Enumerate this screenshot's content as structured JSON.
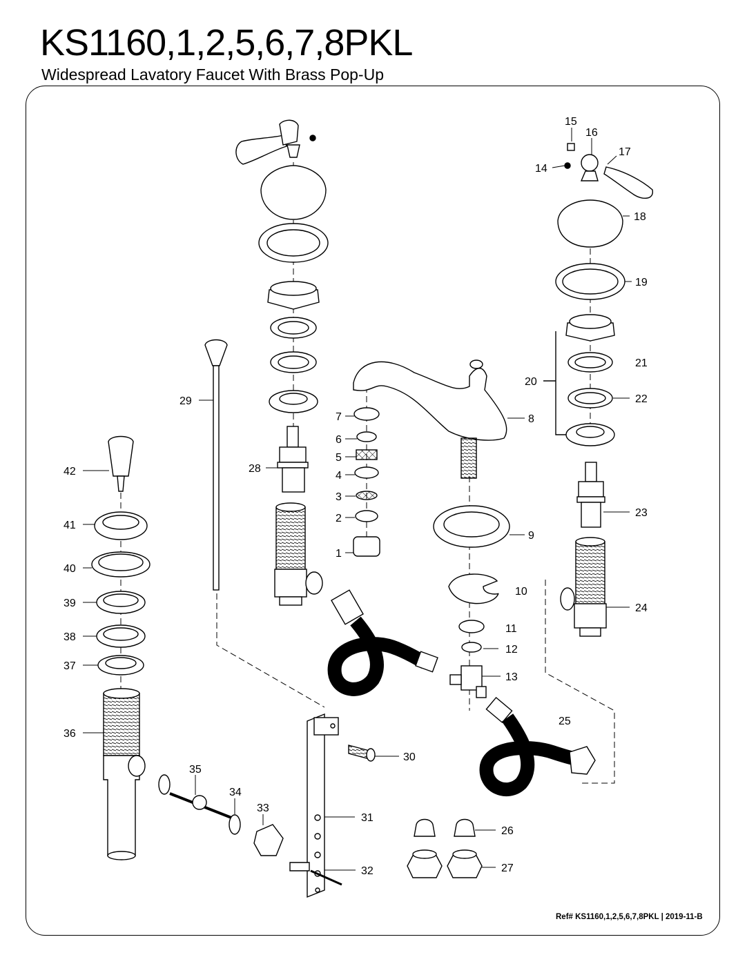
{
  "title": "KS1160,1,2,5,6,7,8PKL",
  "subtitle": "Widespread Lavatory Faucet With Brass Pop-Up",
  "reference": "Ref# KS1160,1,2,5,6,7,8PKL | 2019-11-B",
  "callouts": [
    "1",
    "2",
    "3",
    "4",
    "5",
    "6",
    "7",
    "8",
    "9",
    "10",
    "11",
    "12",
    "13",
    "14",
    "15",
    "16",
    "17",
    "18",
    "19",
    "20",
    "21",
    "22",
    "23",
    "24",
    "25",
    "26",
    "27",
    "28",
    "29",
    "30",
    "31",
    "32",
    "33",
    "34",
    "35",
    "36",
    "37",
    "38",
    "39",
    "40",
    "41",
    "42"
  ]
}
